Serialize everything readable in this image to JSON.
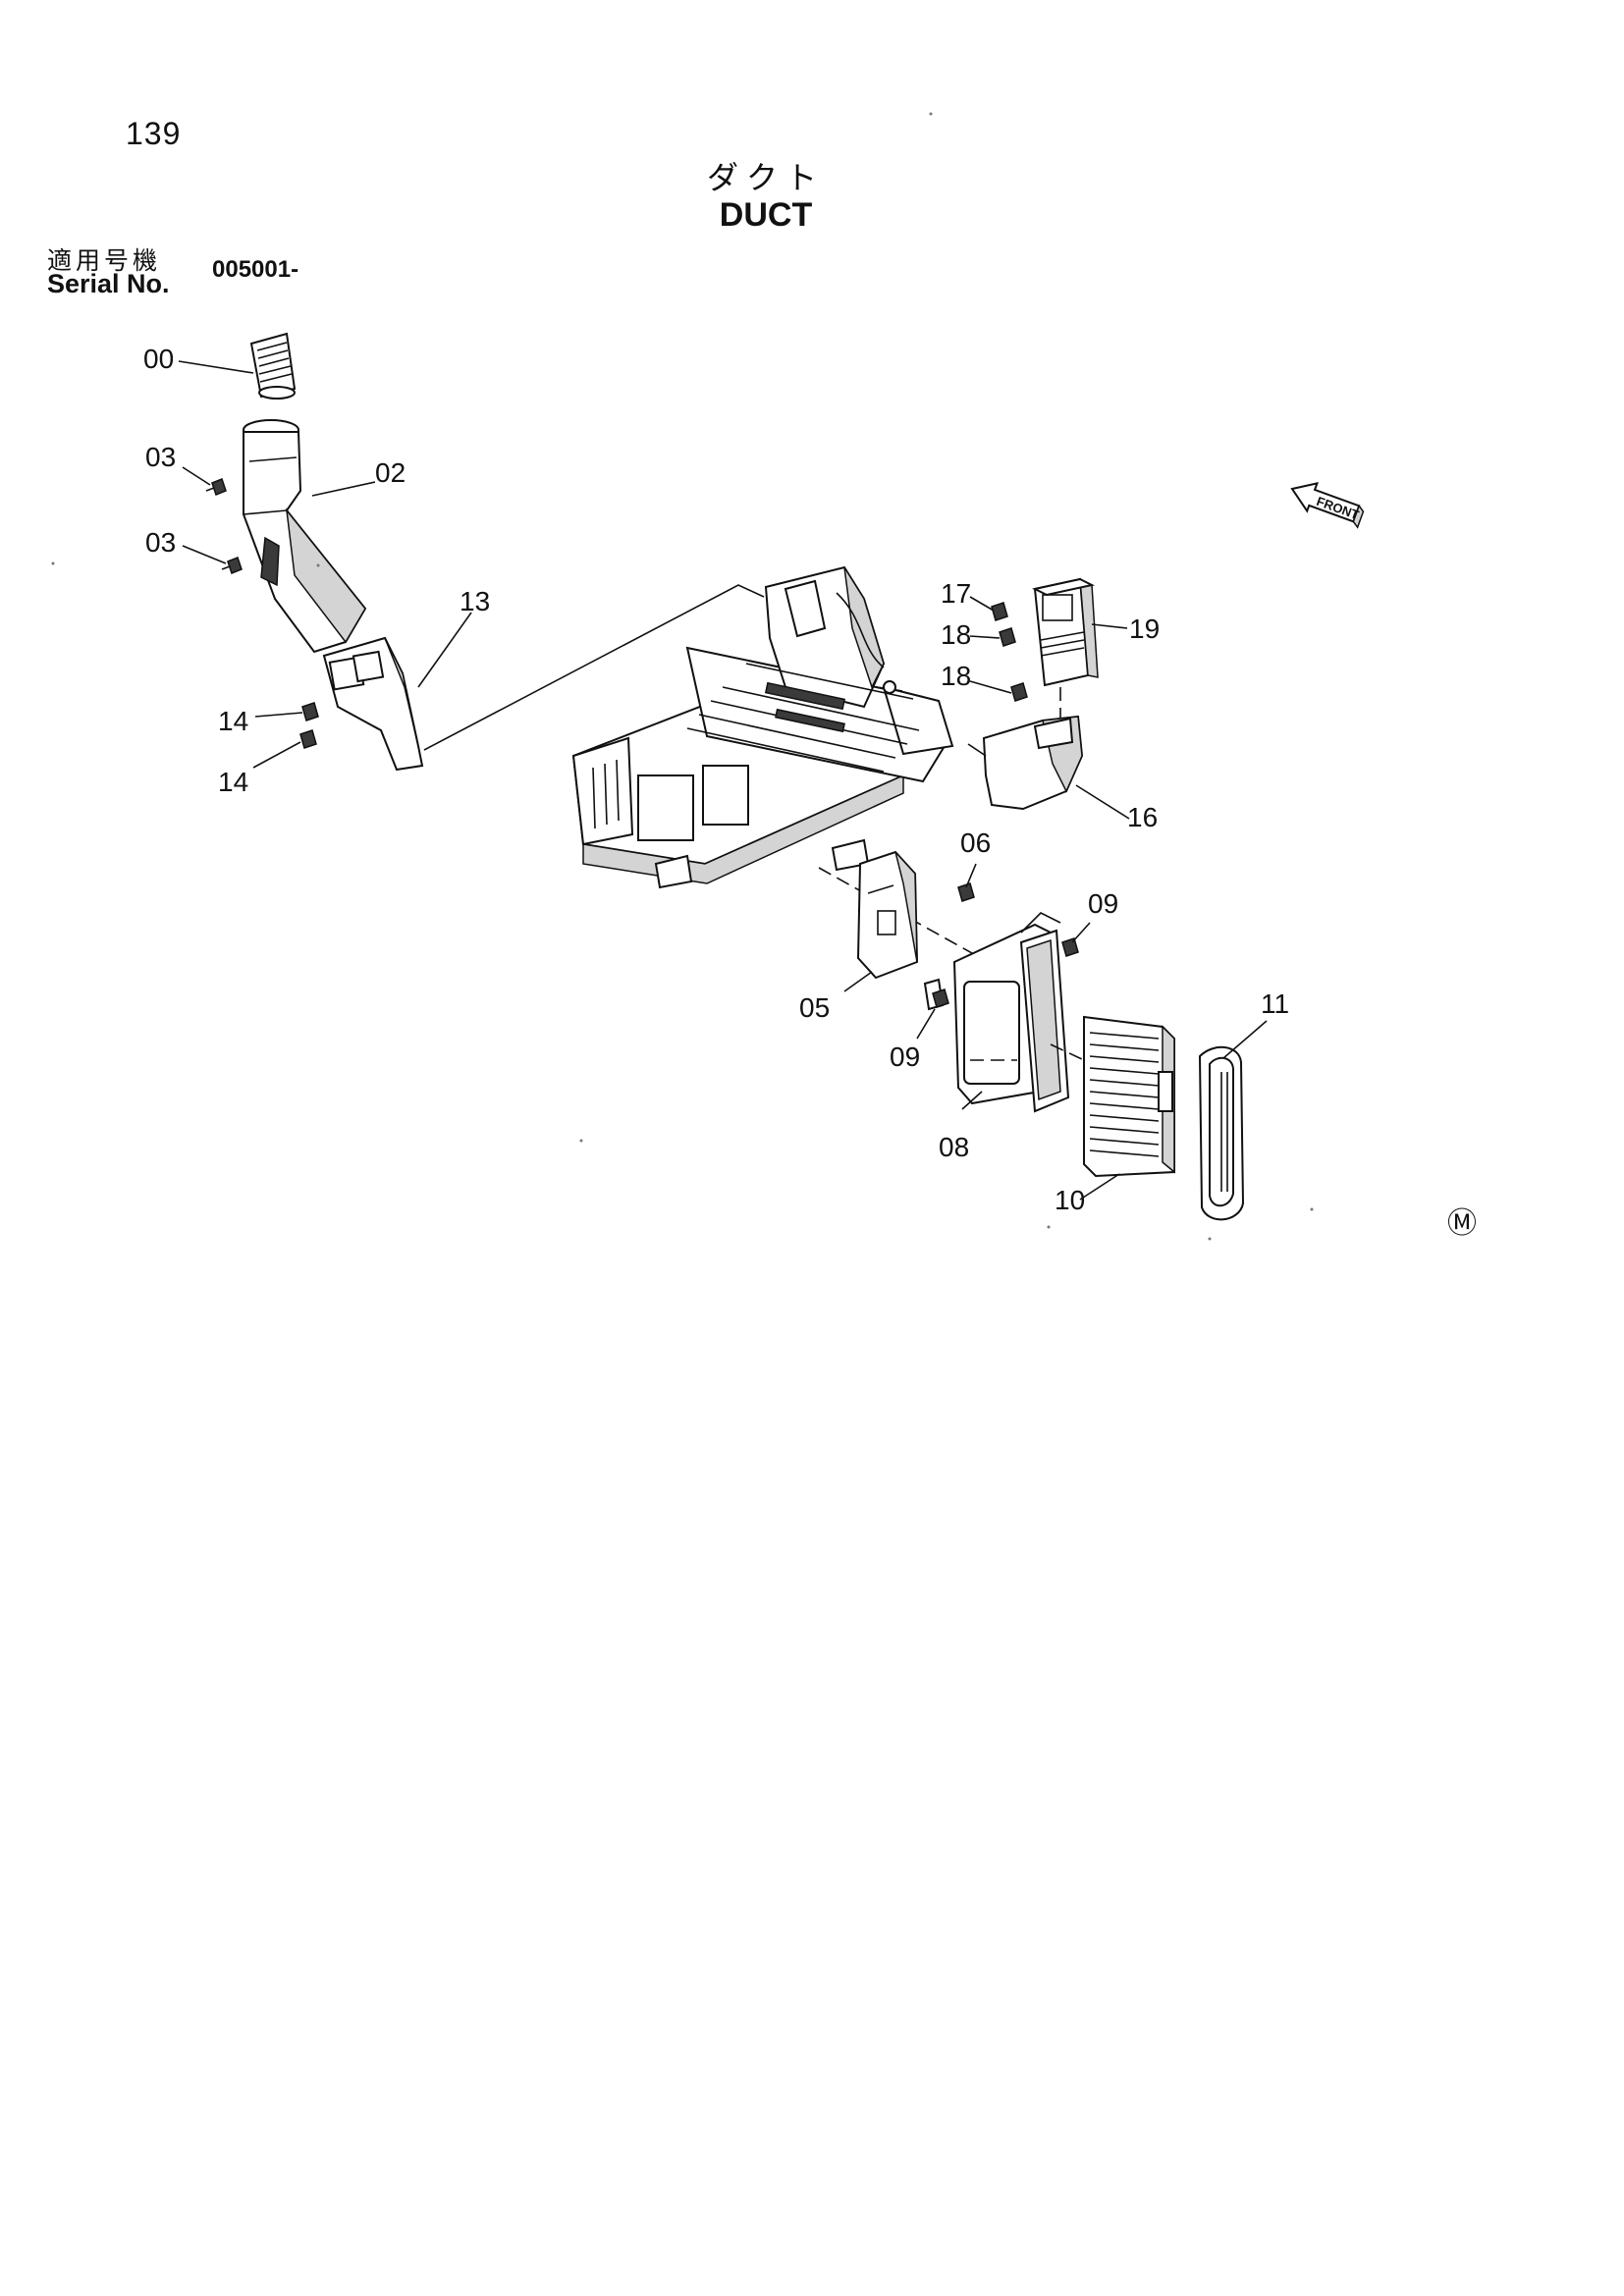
{
  "page": {
    "number": "139",
    "title_jp": "ダクト",
    "title_en": "DUCT",
    "serial_label_jp": "適用号機",
    "serial_label_en": "Serial No.",
    "serial_value": "005001-"
  },
  "direction_label": "FRONT",
  "mark": "Ⓜ",
  "callouts": {
    "c00": "00",
    "c03a": "03",
    "c02": "02",
    "c03b": "03",
    "c13": "13",
    "c14a": "14",
    "c14b": "14",
    "c17": "17",
    "c18a": "18",
    "c19": "19",
    "c18b": "18",
    "c16": "16",
    "c06": "06",
    "c09a": "09",
    "c05": "05",
    "c09b": "09",
    "c11": "11",
    "c08": "08",
    "c10": "10"
  }
}
